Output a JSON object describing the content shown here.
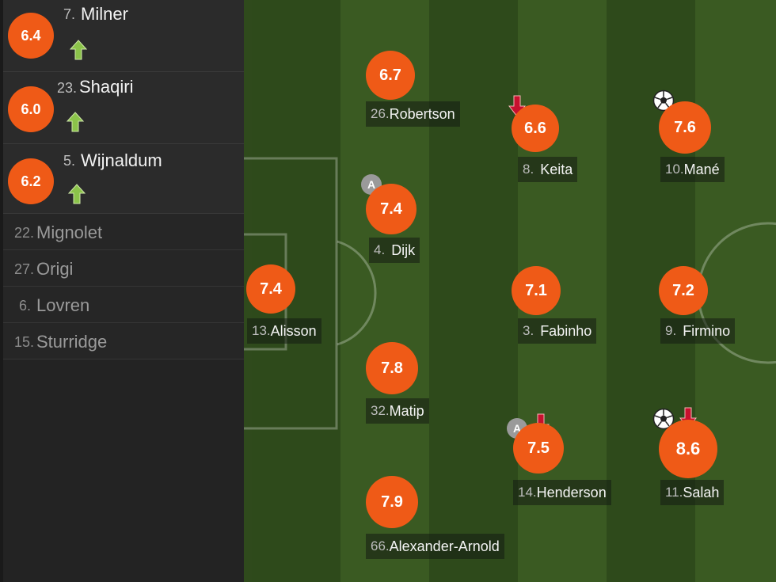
{
  "subs": [
    {
      "rating": "6.4",
      "number": "7.",
      "name": "Milner"
    },
    {
      "rating": "6.0",
      "number": "23.",
      "name": "Shaqiri"
    },
    {
      "rating": "6.2",
      "number": "5.",
      "name": "Wijnaldum"
    }
  ],
  "bench": [
    {
      "number": "22.",
      "name": "Mignolet"
    },
    {
      "number": "27.",
      "name": "Origi"
    },
    {
      "number": "6.",
      "name": "Lovren"
    },
    {
      "number": "15.",
      "name": "Sturridge"
    }
  ],
  "players": [
    {
      "id": "alisson",
      "rating": "7.4",
      "number": "13.",
      "name": "Alisson"
    },
    {
      "id": "robertson",
      "rating": "6.7",
      "number": "26.",
      "name": "Robertson"
    },
    {
      "id": "dijk",
      "rating": "7.4",
      "number": "4.",
      "name": "Dijk"
    },
    {
      "id": "matip",
      "rating": "7.8",
      "number": "32.",
      "name": "Matip"
    },
    {
      "id": "alexander-arnold",
      "rating": "7.9",
      "number": "66.",
      "name": "Alexander-Arnold"
    },
    {
      "id": "keita",
      "rating": "6.6",
      "number": "8.",
      "name": "Keita"
    },
    {
      "id": "fabinho",
      "rating": "7.1",
      "number": "3.",
      "name": "Fabinho"
    },
    {
      "id": "henderson",
      "rating": "7.5",
      "number": "14.",
      "name": "Henderson"
    },
    {
      "id": "mane",
      "rating": "7.6",
      "number": "10.",
      "name": "Mané"
    },
    {
      "id": "firmino",
      "rating": "7.2",
      "number": "9.",
      "name": "Firmino"
    },
    {
      "id": "salah",
      "rating": "8.6",
      "number": "11.",
      "name": "Salah"
    }
  ],
  "captain_badge": "A",
  "icons": {
    "sub_on": "arrow-up-icon",
    "sub_off": "arrow-down-icon",
    "goal": "football-icon",
    "captain": "captain-badge"
  },
  "colors": {
    "rating": "#ef5a17",
    "sub_on": "#8bc34a",
    "sub_off": "#c8102e"
  }
}
